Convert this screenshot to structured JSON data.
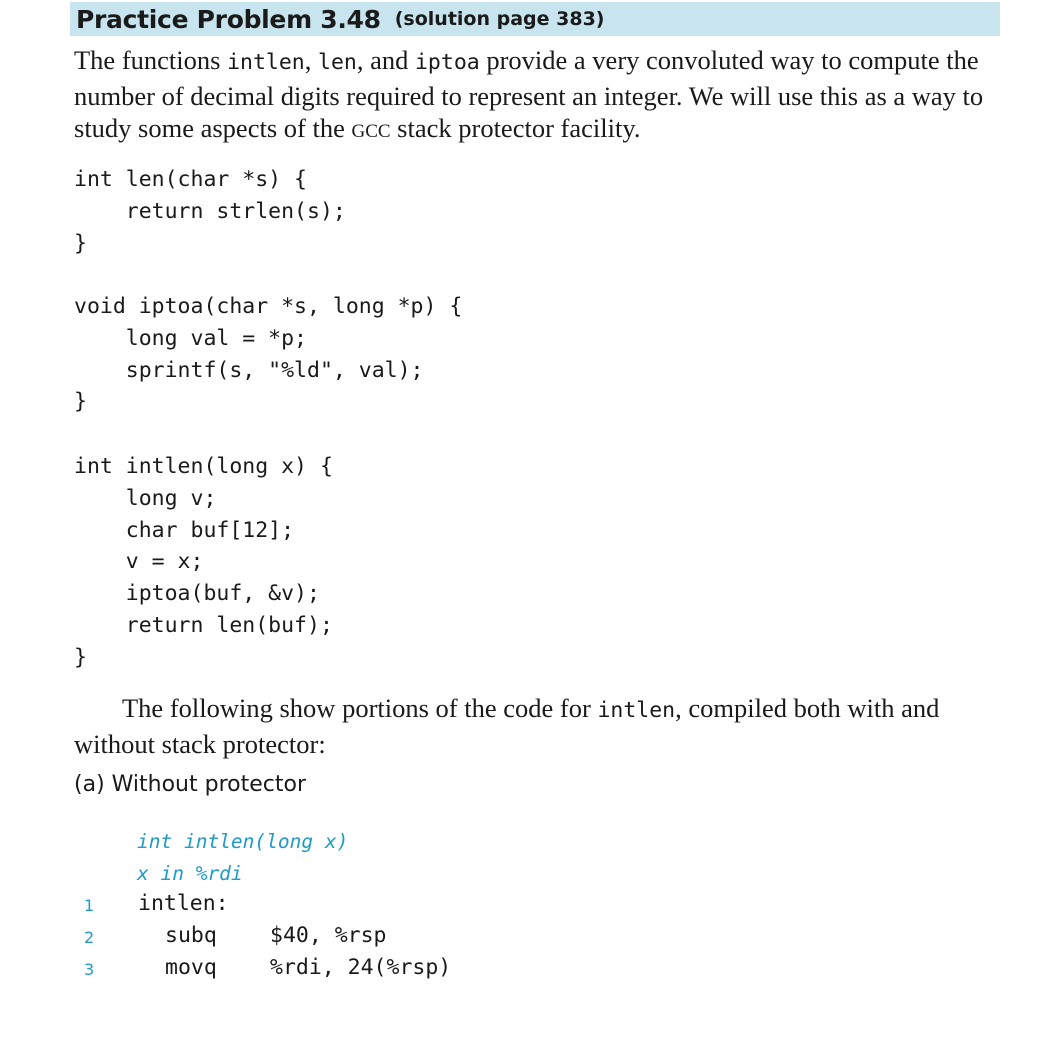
{
  "header": {
    "title": "Practice Problem 3.48",
    "subtitle": "(solution page 383)"
  },
  "intro": {
    "t1": "The functions ",
    "c1": "intlen",
    "t2": ", ",
    "c2": "len",
    "t3": ", and ",
    "c3": "iptoa",
    "t4": " provide a very convoluted way to compute the number of decimal digits required to represent an integer. We will use this as a way to study some aspects of the ",
    "gcc": "gcc",
    "t5": " stack protector facility."
  },
  "code_blocks": [
    "int len(char *s) {\n    return strlen(s);\n}",
    "void iptoa(char *s, long *p) {\n    long val = *p;\n    sprintf(s, \"%ld\", val);\n}",
    "int intlen(long x) {\n    long v;\n    char buf[12];\n    v = x;\n    iptoa(buf, &v);\n    return len(buf);\n}"
  ],
  "followup": {
    "t1": "The following show portions of the code for ",
    "c1": "intlen",
    "t2": ", compiled both with and without stack protector:"
  },
  "section_a": {
    "label": "(a) Without protector",
    "comments": [
      "int intlen(long x)",
      "x in %rdi"
    ],
    "lines": [
      {
        "num": "1",
        "label": "intlen:",
        "op": "",
        "args": ""
      },
      {
        "num": "2",
        "label": "",
        "op": "subq",
        "args": "$40, %rsp"
      },
      {
        "num": "3",
        "label": "",
        "op": "movq",
        "args": "%rdi, 24(%rsp)"
      }
    ]
  },
  "colors": {
    "header_bg": "#c7e4ef",
    "accent": "#1f9bc6"
  }
}
